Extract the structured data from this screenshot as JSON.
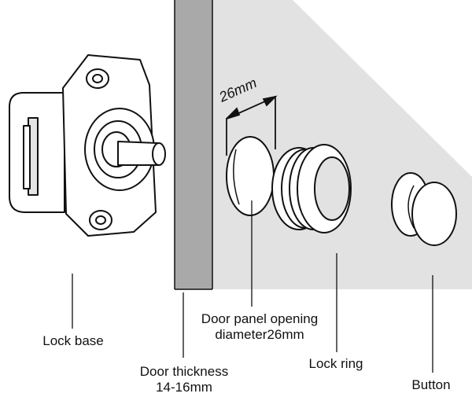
{
  "labels": {
    "lock_base": "Lock base",
    "door_thickness_line1": "Door thickness",
    "door_thickness_line2": "14-16mm",
    "door_panel_line1": "Door panel opening",
    "door_panel_line2": "diameter26mm",
    "lock_ring": "Lock ring",
    "button": "Button"
  },
  "dimension": {
    "text": "26mm"
  },
  "colors": {
    "panel_fill": "#e2e2e2",
    "door_edge_fill": "#a9a9a9",
    "outline": "#111111",
    "background": "#ffffff"
  }
}
